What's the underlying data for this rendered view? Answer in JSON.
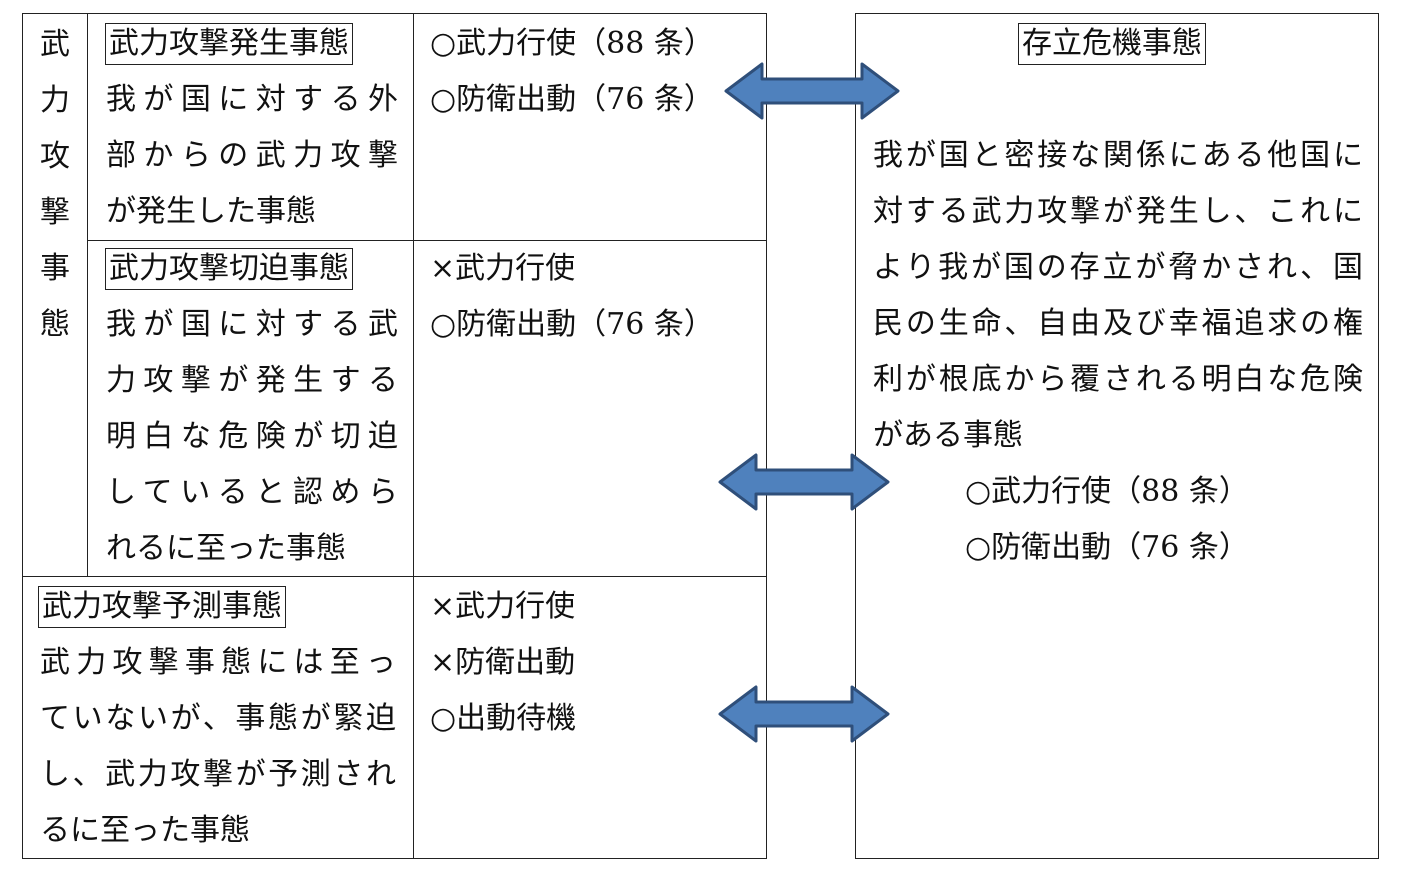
{
  "left_column_label": [
    "武",
    "力",
    "攻",
    "撃",
    "事",
    "態"
  ],
  "occurrence": {
    "title": "武力攻撃発生事態",
    "description": [
      "我が国に対する外",
      "部からの武力攻撃",
      "が発生した事態"
    ],
    "measures": [
      "○武力行使（88 条）",
      "○防衛出動（76 条）"
    ]
  },
  "imminent": {
    "title": "武力攻撃切迫事態",
    "description": [
      "我が国に対する武",
      "力攻撃が発生する",
      "明白な危険が切迫",
      "していると認めら",
      "れるに至った事態"
    ],
    "measures": [
      "×武力行使",
      "○防衛出動（76 条）"
    ]
  },
  "anticipated": {
    "title": "武力攻撃予測事態",
    "description": [
      "武力攻撃事態には至っ",
      "ていないが、事態が緊迫",
      "し、武力攻撃が予測され",
      "るに至った事態"
    ],
    "measures": [
      "×武力行使",
      "×防衛出動",
      "○出動待機"
    ]
  },
  "survival": {
    "title": "存立危機事態",
    "description": [
      "我が国と密接な関係にある他国に",
      "対する武力攻撃が発生し、これに",
      "より我が国の存立が脅かされ、国",
      "民の生命、自由及び幸福追求の権",
      "利が根底から覆される明白な危険",
      "がある事態"
    ],
    "measures": [
      "○武力行使（88 条）",
      "○防衛出動（76 条）"
    ]
  },
  "colors": {
    "arrow_fill": "#4f81bd",
    "arrow_stroke": "#2f4f7a",
    "lines": "#222222"
  }
}
